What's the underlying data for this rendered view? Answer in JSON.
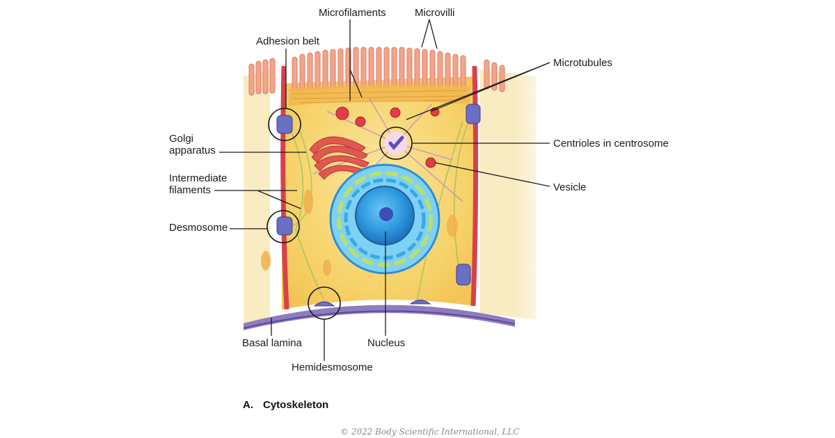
{
  "figure": {
    "caption_letter": "A.",
    "caption_title": "Cytoskeleton",
    "copyright": "© 2022 Body Scientific International, LLC"
  },
  "labels": {
    "microfilaments": "Microfilaments",
    "microvilli": "Microvilli",
    "adhesion_belt": "Adhesion belt",
    "microtubules": "Microtubules",
    "golgi_line1": "Golgi",
    "golgi_line2": "apparatus",
    "centrioles": "Centrioles in centrosome",
    "vesicle": "Vesicle",
    "intermediate_line1": "Intermediate",
    "intermediate_line2": "filaments",
    "desmosome": "Desmosome",
    "basal_lamina": "Basal lamina",
    "nucleus": "Nucleus",
    "hemidesmosome": "Hemidesmosome"
  },
  "colors": {
    "cytoplasm": "#f6d36a",
    "membrane": "#d8404a",
    "microvilli": "#f2a48a",
    "golgi": "#e0584f",
    "nucleus_outer": "#2a8fd6",
    "nucleus_inner": "#3aa8e6",
    "er": "#4fb3e8",
    "basal": "#7c6ab0",
    "desmosome": "#6b6fc4",
    "vesicle": "#e23c48"
  }
}
